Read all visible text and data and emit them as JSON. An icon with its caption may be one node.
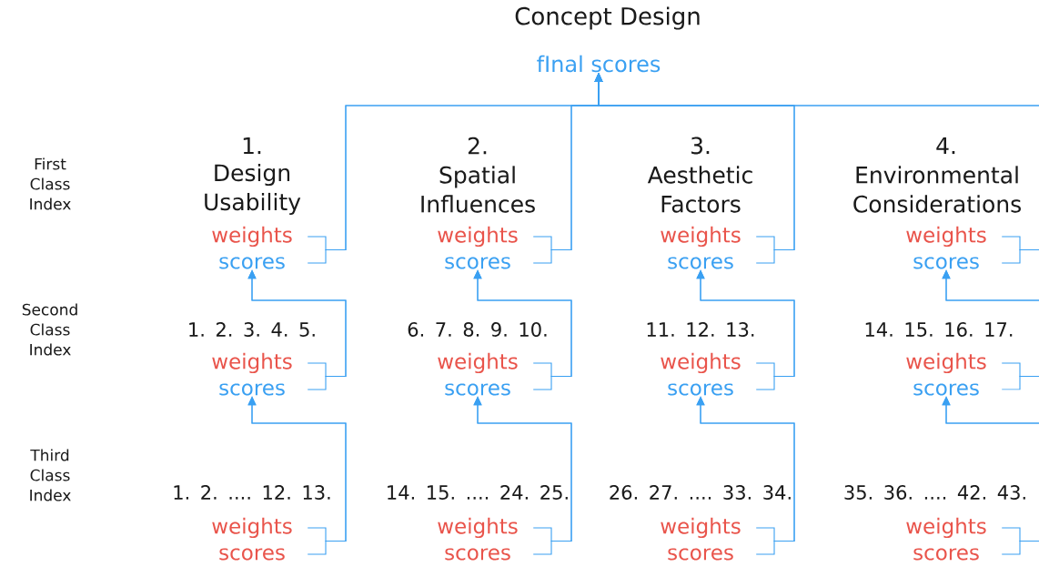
{
  "diagram": {
    "title": "Concept Design",
    "nodes": [
      {
        "text": [
          "fInal scores"
        ]
      },
      {
        "text": [
          "weights"
        ]
      },
      {
        "text": [
          "scores"
        ]
      },
      {
        "text": [
          "weights"
        ]
      },
      {
        "text": [
          "scores"
        ]
      },
      {
        "text": [
          "weights"
        ]
      },
      {
        "text": [
          "scores"
        ]
      },
      {
        "text": [
          "weights"
        ]
      },
      {
        "text": [
          "scores"
        ]
      },
      {
        "text": [
          "weights"
        ]
      },
      {
        "text": [
          "scores"
        ]
      },
      {
        "text": [
          "weights"
        ]
      },
      {
        "text": [
          "scores"
        ]
      },
      {
        "text": [
          "weights"
        ]
      },
      {
        "text": [
          "scores"
        ]
      },
      {
        "text": [
          "weights"
        ]
      },
      {
        "text": [
          "scores"
        ]
      },
      {
        "text": [
          "weights"
        ]
      },
      {
        "text": [
          "scores"
        ]
      },
      {
        "text": [
          "weights"
        ]
      },
      {
        "text": [
          "scores"
        ]
      },
      {
        "text": [
          "weights"
        ]
      },
      {
        "text": [
          "scores"
        ]
      },
      {
        "text": [
          "weights"
        ]
      },
      {
        "text": [
          "scores"
        ]
      }
    ],
    "edges": [
      {
        "from": 1,
        "to": 0,
        "arrow": "to"
      },
      {
        "from": 2,
        "to": 0,
        "arrow": "to"
      },
      {
        "from": 3,
        "to": 2,
        "arrow": "to"
      },
      {
        "from": 4,
        "to": 2,
        "arrow": "to"
      },
      {
        "from": 5,
        "to": 4,
        "arrow": "to"
      },
      {
        "from": 6,
        "to": 4,
        "arrow": "to"
      },
      {
        "from": 7,
        "to": 0,
        "arrow": "to"
      },
      {
        "from": 8,
        "to": 0,
        "arrow": "to"
      },
      {
        "from": 9,
        "to": 8,
        "arrow": "to"
      },
      {
        "from": 10,
        "to": 8,
        "arrow": "to"
      },
      {
        "from": 11,
        "to": 10,
        "arrow": "to"
      },
      {
        "from": 12,
        "to": 10,
        "arrow": "to"
      },
      {
        "from": 13,
        "to": 0,
        "arrow": "to"
      },
      {
        "from": 14,
        "to": 0,
        "arrow": "to"
      },
      {
        "from": 15,
        "to": 14,
        "arrow": "to"
      },
      {
        "from": 16,
        "to": 14,
        "arrow": "to"
      },
      {
        "from": 17,
        "to": 16,
        "arrow": "to"
      },
      {
        "from": 18,
        "to": 16,
        "arrow": "to"
      },
      {
        "from": 19,
        "to": 0,
        "arrow": "to"
      },
      {
        "from": 20,
        "to": 0,
        "arrow": "to"
      },
      {
        "from": 21,
        "to": 20,
        "arrow": "to"
      },
      {
        "from": 22,
        "to": 20,
        "arrow": "to"
      },
      {
        "from": 23,
        "to": 22,
        "arrow": "to"
      },
      {
        "from": 24,
        "to": 22,
        "arrow": "to"
      }
    ],
    "labels": [
      "First Class Index",
      "1.",
      "2.",
      "3.",
      "4.",
      "Design Usability",
      "Spatial Influences",
      "Aesthetic Factors",
      "Environmental Considerations",
      "Second Class Index",
      "1. 2. 3. 4. 5.",
      "6. 7. 8. 9. 10.",
      "11. 12. 13.",
      "14. 15. 16. 17.",
      "Third Class Index",
      "1. 2. .... 12. 13.",
      "14. 15. .... 24. 25.",
      "26. 27. .... 33. 34.",
      "35. 36. .... 42. 43."
    ]
  }
}
